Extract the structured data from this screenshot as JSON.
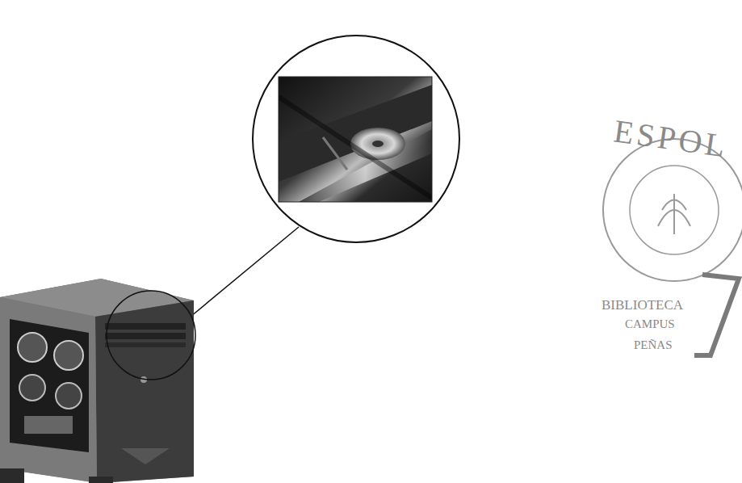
{
  "diagram": {
    "labels": [
      "ESPOL",
      "BIBLIOTECA",
      "CAMPUS",
      "PEÑAS"
    ]
  }
}
